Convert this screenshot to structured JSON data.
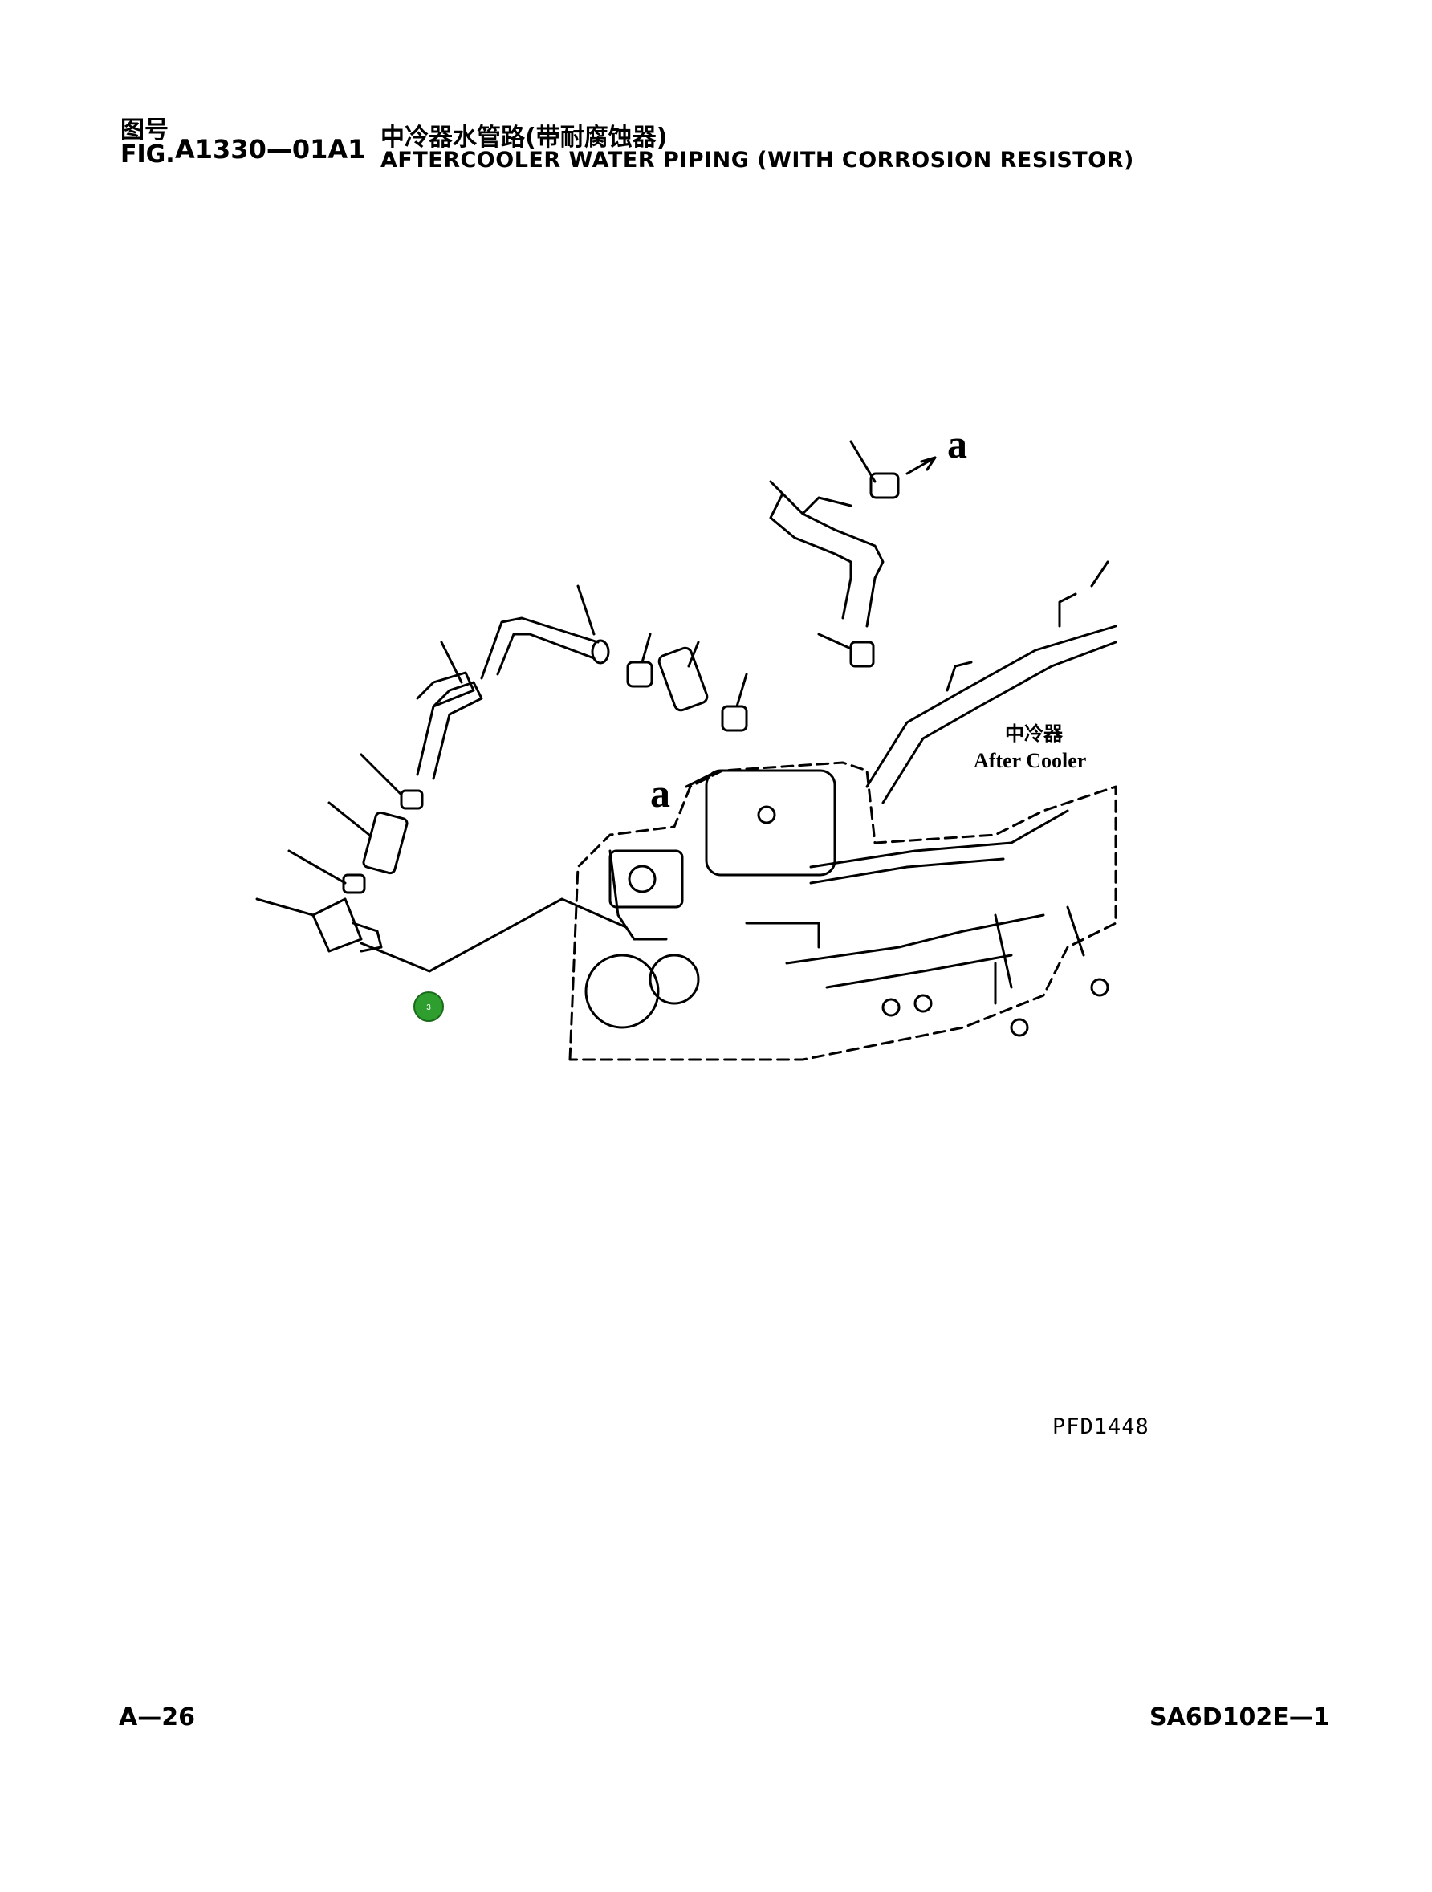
{
  "header": {
    "fig_label_cn": "图号",
    "fig_label_en": "FIG.",
    "fig_number": "A1330—01A1",
    "title_cn": "中冷器水管路(带耐腐蚀器)",
    "title_en": "AFTERCOOLER WATER PIPING (WITH CORROSION RESISTOR)"
  },
  "diagram": {
    "connector_label_top": "a",
    "connector_label_mid": "a",
    "aftercooler_label_cn": "中冷器",
    "aftercooler_label_en": "After Cooler",
    "callout_number": "3",
    "callout_color": "#2e9e2e",
    "drawing_code": "PFD1448"
  },
  "footer": {
    "page_number": "A—26",
    "model": "SA6D102E—1"
  }
}
